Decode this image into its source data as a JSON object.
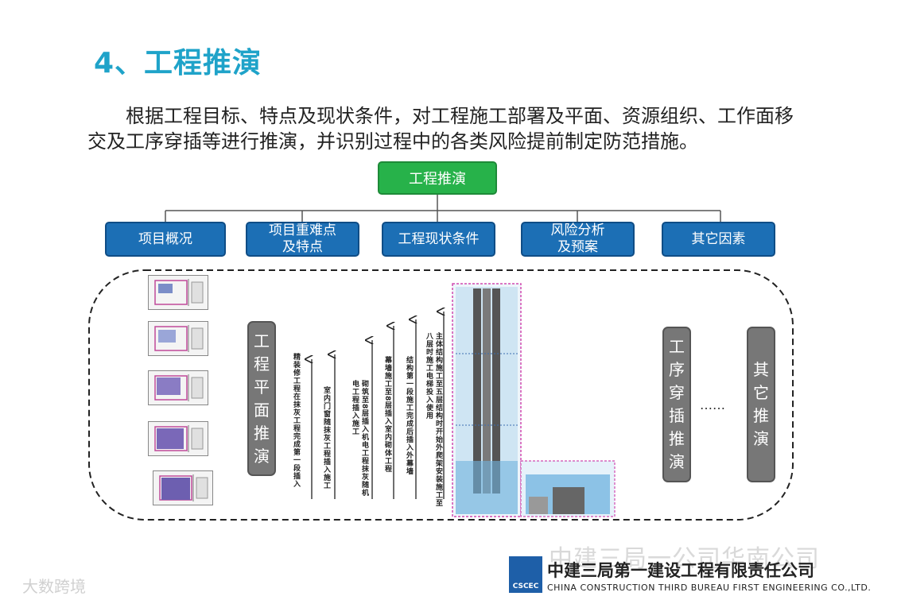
{
  "title": "4、工程推演",
  "intro": {
    "line1": "根据工程目标、特点及现状条件，对工程施工部署及平面、资源组织、工作面移",
    "line2": "交及工序穿插等进行推演，并识别过程中的各类风险提前制定防范措施。"
  },
  "tree": {
    "root": "工程推演",
    "categories": [
      {
        "line1": "项目概况",
        "line2": ""
      },
      {
        "line1": "项目重难点",
        "line2": "及特点"
      },
      {
        "line1": "工程现状条件",
        "line2": ""
      },
      {
        "line1": "风险分析",
        "line2": "及预案"
      },
      {
        "line1": "其它因素",
        "line2": ""
      }
    ]
  },
  "panel": {
    "plane_label": [
      "工",
      "程",
      "平",
      "面",
      "推",
      "演"
    ],
    "process_label": [
      "工",
      "序",
      "穿",
      "插",
      "推",
      "演"
    ],
    "other_label": [
      "其",
      "它",
      "推",
      "演"
    ],
    "dots": "……",
    "steps": [
      "精装修工程在抹灰工程完成第一段插入",
      "室内门窗随抹灰工程插入施工",
      "砌筑至8层插入机电工程抹灰随机电工程插入施工",
      "幕墙施工至8层插入室内砌体工程",
      "结构第一段施工完成后插入外幕墙",
      "主体结构施工至五层结构时开始外爬架安装施工至八层时施工电梯投入使用"
    ]
  },
  "footer": {
    "watermark": "中建三局一公司华南公司",
    "company_cn": "中建三局第一建设工程有限责任公司",
    "company_en": "CHINA CONSTRUCTION THIRD BUREAU FIRST ENGINEERING CO.,LTD.",
    "logo_text": "CSCEC",
    "bottom_watermark": "大数跨境"
  }
}
